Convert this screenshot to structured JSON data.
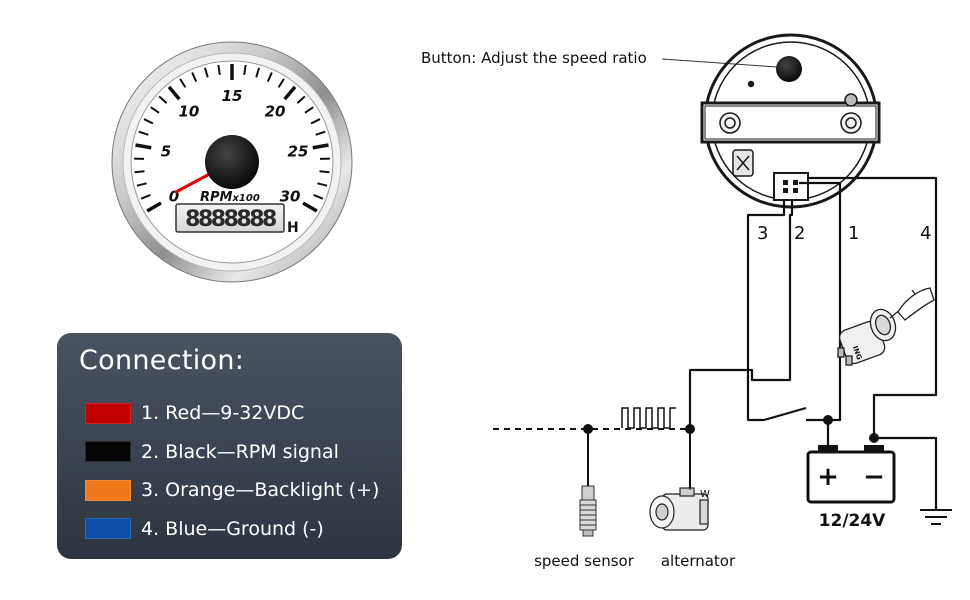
{
  "gauge": {
    "scale_labels": [
      "0",
      "5",
      "10",
      "15",
      "20",
      "25",
      "30"
    ],
    "unit_label": "RPMx100",
    "unit_main": "RPM",
    "unit_mult": "x100",
    "lcd_value": "8888888",
    "lcd_suffix": "H",
    "needle_color": "#e60000"
  },
  "legend": {
    "title": "Connection:",
    "items": [
      {
        "label": "1. Red—9-32VDC",
        "color": "#c00000"
      },
      {
        "label": "2. Black—RPM signal",
        "color": "#050505"
      },
      {
        "label": "3. Orange—Backlight (+)",
        "color": "#f07a1a"
      },
      {
        "label": "4. Blue—Ground (-)",
        "color": "#0a4ea8"
      }
    ]
  },
  "diagram": {
    "button_callout": "Button: Adjust the speed ratio",
    "wire_numbers": [
      "3",
      "2",
      "1",
      "4"
    ],
    "battery_label": "12/24V",
    "battery_plus": "+",
    "battery_minus": "−",
    "alternator_terminal": "W",
    "switch_label": "ING",
    "speed_sensor_label": "speed sensor",
    "alternator_label": "alternator"
  }
}
